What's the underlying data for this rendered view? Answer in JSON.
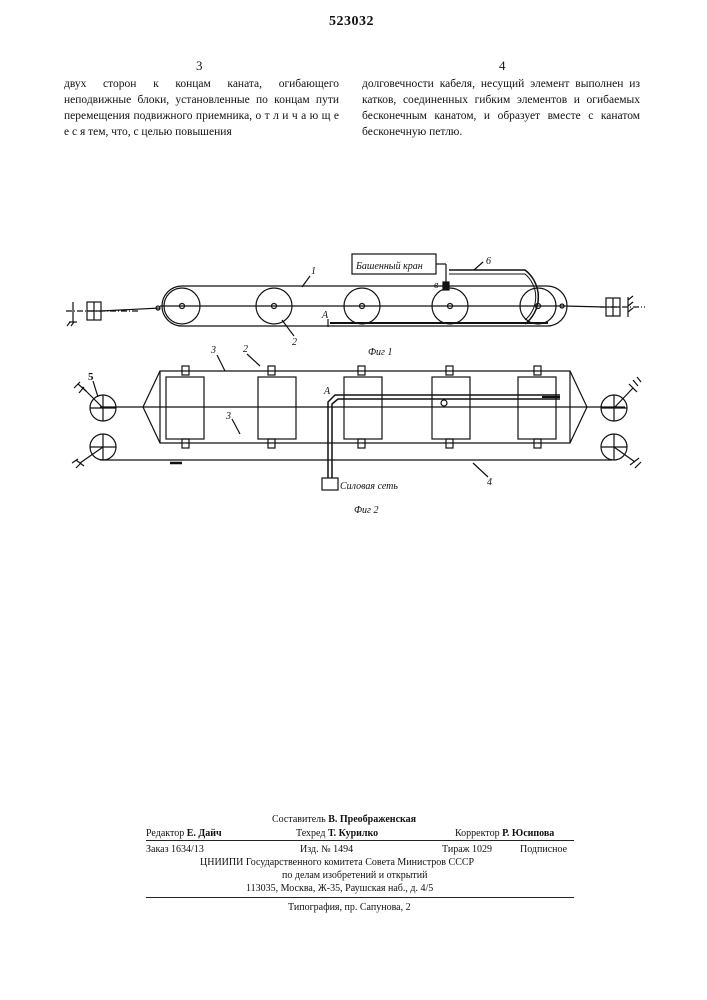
{
  "header": {
    "patent_number": "523032",
    "left_column_number": "3",
    "right_column_number": "4"
  },
  "columns": {
    "left": "двух сторон к концам каната, огибающего неподвижные блоки, установленные по концам пути перемещения подвижного приемника, о т л и ч а ю щ е е с я тем, что, с целью повышения",
    "right": "долговечности кабеля, несущий элемент выполнен из катков, соединенных гибким элементов и огибаемых бесконечным канатом, и образует вместе с канатом бесконечную петлю."
  },
  "figure1": {
    "crane_box_label": "Башенный кран",
    "caption": "Фиг 1",
    "label_1": "1",
    "label_2": "2",
    "label_6": "6",
    "label_A": "А",
    "label_B": "в"
  },
  "figure2": {
    "caption": "Фиг 2",
    "label_3a": "3",
    "label_3b": "3",
    "label_2": "2",
    "label_5": "5",
    "label_4": "4",
    "label_A": "А",
    "power_label": "Силовая сеть"
  },
  "footer": {
    "compiler_label": "Составитель",
    "compiler_name": "В. Преображенская",
    "editor_label": "Редактор",
    "editor_name": "Е. Дайч",
    "techred_label": "Техред",
    "techred_name": "Т. Курилко",
    "corrector_label": "Корректор",
    "corrector_name": "Р. Юсипова",
    "order": "Заказ 1634/13",
    "izd": "Изд. № 1494",
    "tirazh": "Тираж 1029",
    "podpisnoe": "Подписное",
    "org_line1": "ЦНИИПИ Государственного комитета Совета Министров СССР",
    "org_line2": "по делам изобретений и открытий",
    "org_line3": "113035, Москва, Ж-35, Раушская наб., д. 4/5",
    "typography": "Типография, пр. Сапунова, 2"
  }
}
